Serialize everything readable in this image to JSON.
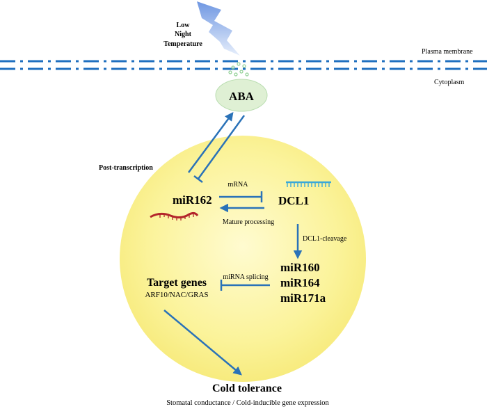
{
  "stimulus": {
    "line1": "Low",
    "line2": "Night",
    "line3": "Temperature"
  },
  "membrane": {
    "top_label": "Plasma membrane",
    "bottom_label": "Cytoplasm"
  },
  "hormone": {
    "label": "ABA"
  },
  "regulation": {
    "label": "Post-transcription"
  },
  "nodes": {
    "mir162": "miR162",
    "dcl1": "DCL1",
    "mir160": "miR160",
    "mir164": "miR164",
    "mir171a": "miR171a",
    "target_genes": "Target genes",
    "target_list": "ARF10/NAC/GRAS"
  },
  "edges": {
    "mrna": "mRNA",
    "mature_processing": "Mature processing",
    "dcl1_cleavage": "DCL1-cleavage",
    "mirna_splicing": "miRNA splicing"
  },
  "outcome": {
    "title": "Cold tolerance",
    "subtitle": "Stomatal conductance / Cold-inducible gene expression"
  },
  "colors": {
    "arrow": "#2a72b8",
    "membrane": "#1f6fbf",
    "cell_fill": "#fbf39a",
    "aba_fill": "#dff0d4",
    "lightning": "#8fb0e8",
    "rna_red": "#b3242a",
    "rna_cyan": "#3aa8d8"
  }
}
